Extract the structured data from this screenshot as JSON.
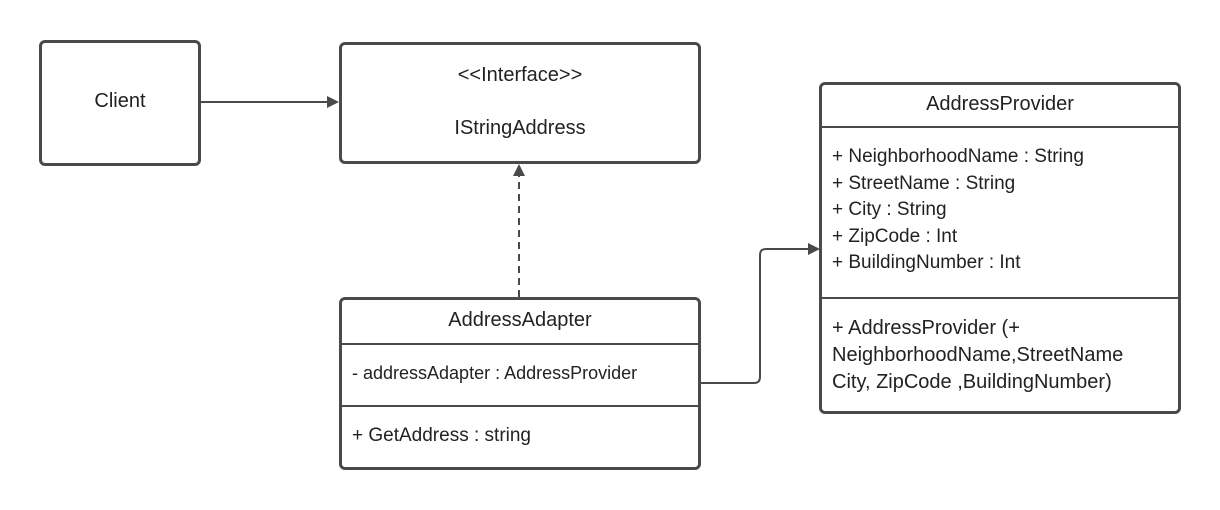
{
  "client": {
    "label": "Client"
  },
  "interface": {
    "stereotype": "<<Interface>>",
    "name": "IStringAddress"
  },
  "adapter": {
    "name": "AddressAdapter",
    "field": "-  addressAdapter :  AddressProvider",
    "method": "+ GetAddress : string"
  },
  "provider": {
    "name": "AddressProvider",
    "attributes": [
      "+ NeighborhoodName : String",
      "+ StreetName : String",
      "+ City : String",
      "+ ZipCode : Int",
      "+ BuildingNumber : Int"
    ],
    "constructor": [
      "+ AddressProvider (+",
      "NeighborhoodName,StreetName",
      "City, ZipCode ,BuildingNumber)"
    ]
  },
  "colors": {
    "stroke": "#4a4a4a",
    "text": "#222222"
  }
}
